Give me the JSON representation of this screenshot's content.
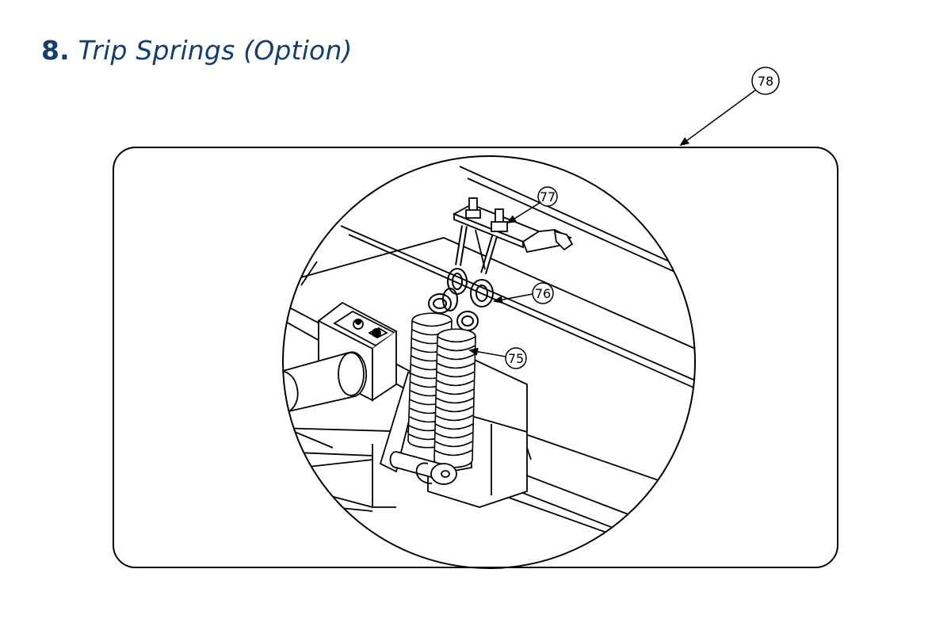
{
  "section": {
    "number": "8.",
    "title": "Trip Springs (Option)"
  },
  "callouts": {
    "c78": "78",
    "c77": "77",
    "c76": "76",
    "c75": "75"
  },
  "colors": {
    "title": "#123f6d",
    "line": "#000000",
    "background": "#ffffff"
  }
}
